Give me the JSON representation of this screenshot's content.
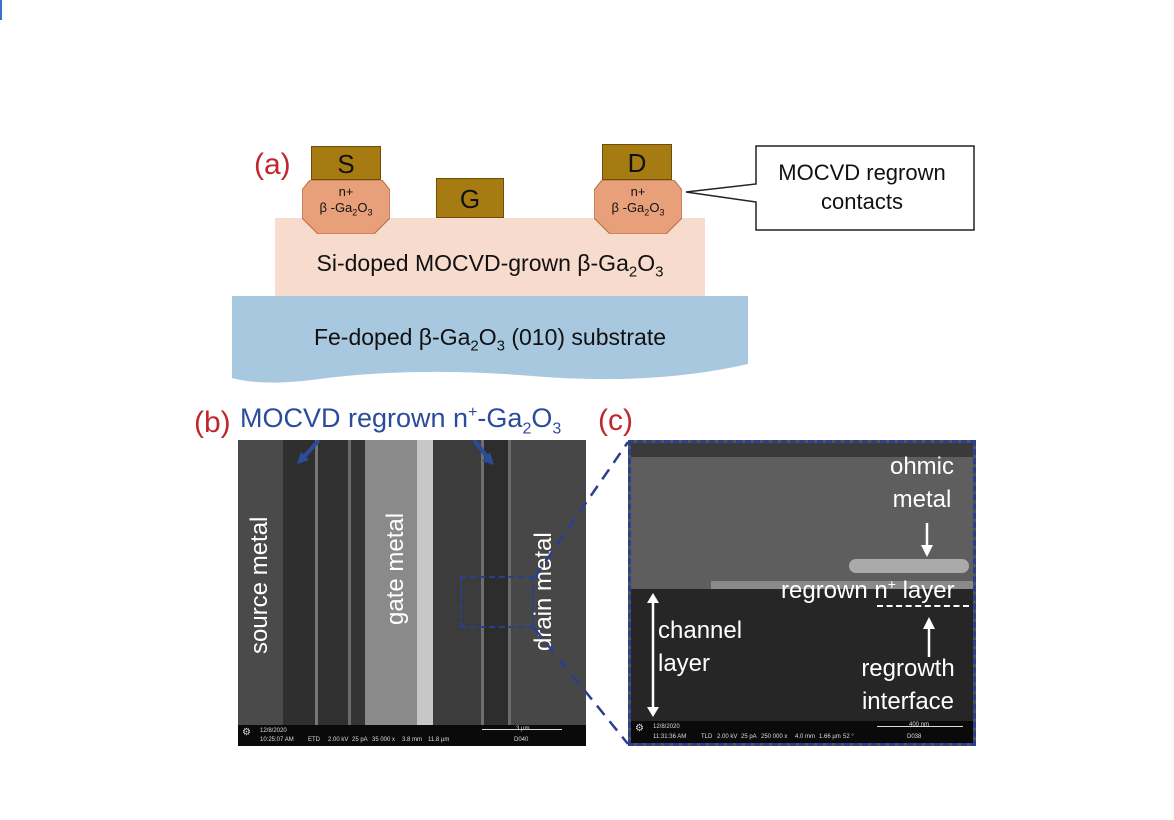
{
  "panel_a": {
    "label": "(a)",
    "source": "S",
    "gate": "G",
    "drain": "D",
    "nplus_line1": "n+",
    "nplus_line2": "β -Ga",
    "nplus_sub1": "2",
    "nplus_mid": "O",
    "nplus_sub2": "3",
    "callout": "MOCVD regrown contacts",
    "channel_text": "Si-doped MOCVD-grown β-Ga",
    "channel_sub1": "2",
    "channel_mid": "O",
    "channel_sub2": "3",
    "substrate_pre": "Fe-doped β-Ga",
    "substrate_sub1": "2",
    "substrate_mid": "O",
    "substrate_sub2": "3",
    "substrate_post": " (010) substrate",
    "colors": {
      "metal": "#a67c12",
      "contact": "#e8a07a",
      "channel": "#f7dccd",
      "substrate": "#a8c8e0"
    }
  },
  "panel_b": {
    "label": "(b)",
    "title_pre": "MOCVD regrown n",
    "title_sup": "+",
    "title_mid": "-Ga",
    "title_sub1": "2",
    "title_o": "O",
    "title_sub2": "3",
    "source_metal": "source metal",
    "gate_metal": "gate metal",
    "drain_metal": "drain metal",
    "info_date": "12/8/2020",
    "info_time": "10:25:07 AM",
    "info_det": "ETD",
    "info_hv": "2.00 kV",
    "info_curr": "25 pA",
    "info_mag": "35 000 x",
    "info_wd": "3.8 mm",
    "info_hfw": "11.8 µm",
    "info_scale": "3 µm",
    "info_id": "D040"
  },
  "panel_c": {
    "label": "(c)",
    "ohmic1": "ohmic",
    "ohmic2": "metal",
    "regrown_pre": "regrown n",
    "regrown_sup": "+",
    "regrown_post": " layer",
    "channel1": "channel",
    "channel2": "layer",
    "interface1": "regrowth",
    "interface2": "interface",
    "info_date": "12/8/2020",
    "info_time": "11:31:36 AM",
    "info_det": "TLD",
    "info_hv": "2.00 kV",
    "info_curr": "25 pA",
    "info_mag": "250 000 x",
    "info_wd": "4.0 mm",
    "info_hfw": "1.66 µm",
    "info_tilt": "52 °",
    "info_scale": "400 nm",
    "info_id": "D038"
  }
}
